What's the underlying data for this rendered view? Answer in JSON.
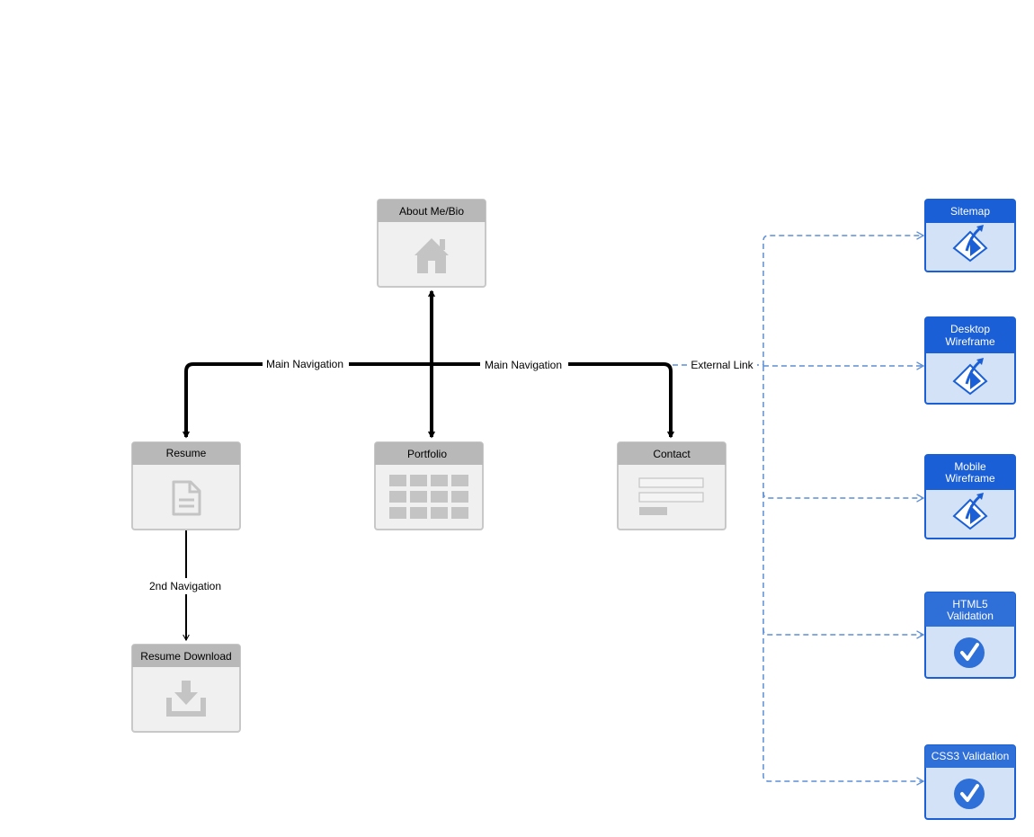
{
  "nodes": {
    "about": {
      "title": "About Me/Bio",
      "icon": "home-icon"
    },
    "resume": {
      "title": "Resume",
      "icon": "document-icon"
    },
    "portfolio": {
      "title": "Portfolio",
      "icon": "grid-icon"
    },
    "contact": {
      "title": "Contact",
      "icon": "form-icon"
    },
    "resume_download": {
      "title": "Resume Download",
      "icon": "download-icon"
    }
  },
  "external": {
    "sitemap": {
      "title_lines": [
        "Sitemap"
      ],
      "icon": "pen-tool-icon"
    },
    "desktop_wireframe": {
      "title_lines": [
        "Desktop",
        "Wireframe"
      ],
      "icon": "pen-tool-icon"
    },
    "mobile_wireframe": {
      "title_lines": [
        "Mobile",
        "Wireframe"
      ],
      "icon": "pen-tool-icon"
    },
    "html5_validation": {
      "title_lines": [
        "HTML5",
        "Validation"
      ],
      "icon": "checkmark-icon"
    },
    "css3_validation": {
      "title_lines": [
        "CSS3 Validation"
      ],
      "icon": "checkmark-icon"
    }
  },
  "edge_labels": {
    "main_nav_left": "Main Navigation",
    "main_nav_right": "Main Navigation",
    "second_nav": "2nd Navigation",
    "external_link": "External Link"
  },
  "colors": {
    "node_header": "#b8b8b8",
    "node_body": "#f0f0f0",
    "node_border": "#c8c8c8",
    "icon_gray": "#c4c4c4",
    "ext_header": "#1a5fd6",
    "ext_body": "#d4e2f7",
    "ext_border": "#1a5fd6",
    "dashed_link": "#5b8ed6",
    "nav_line": "#000000"
  }
}
